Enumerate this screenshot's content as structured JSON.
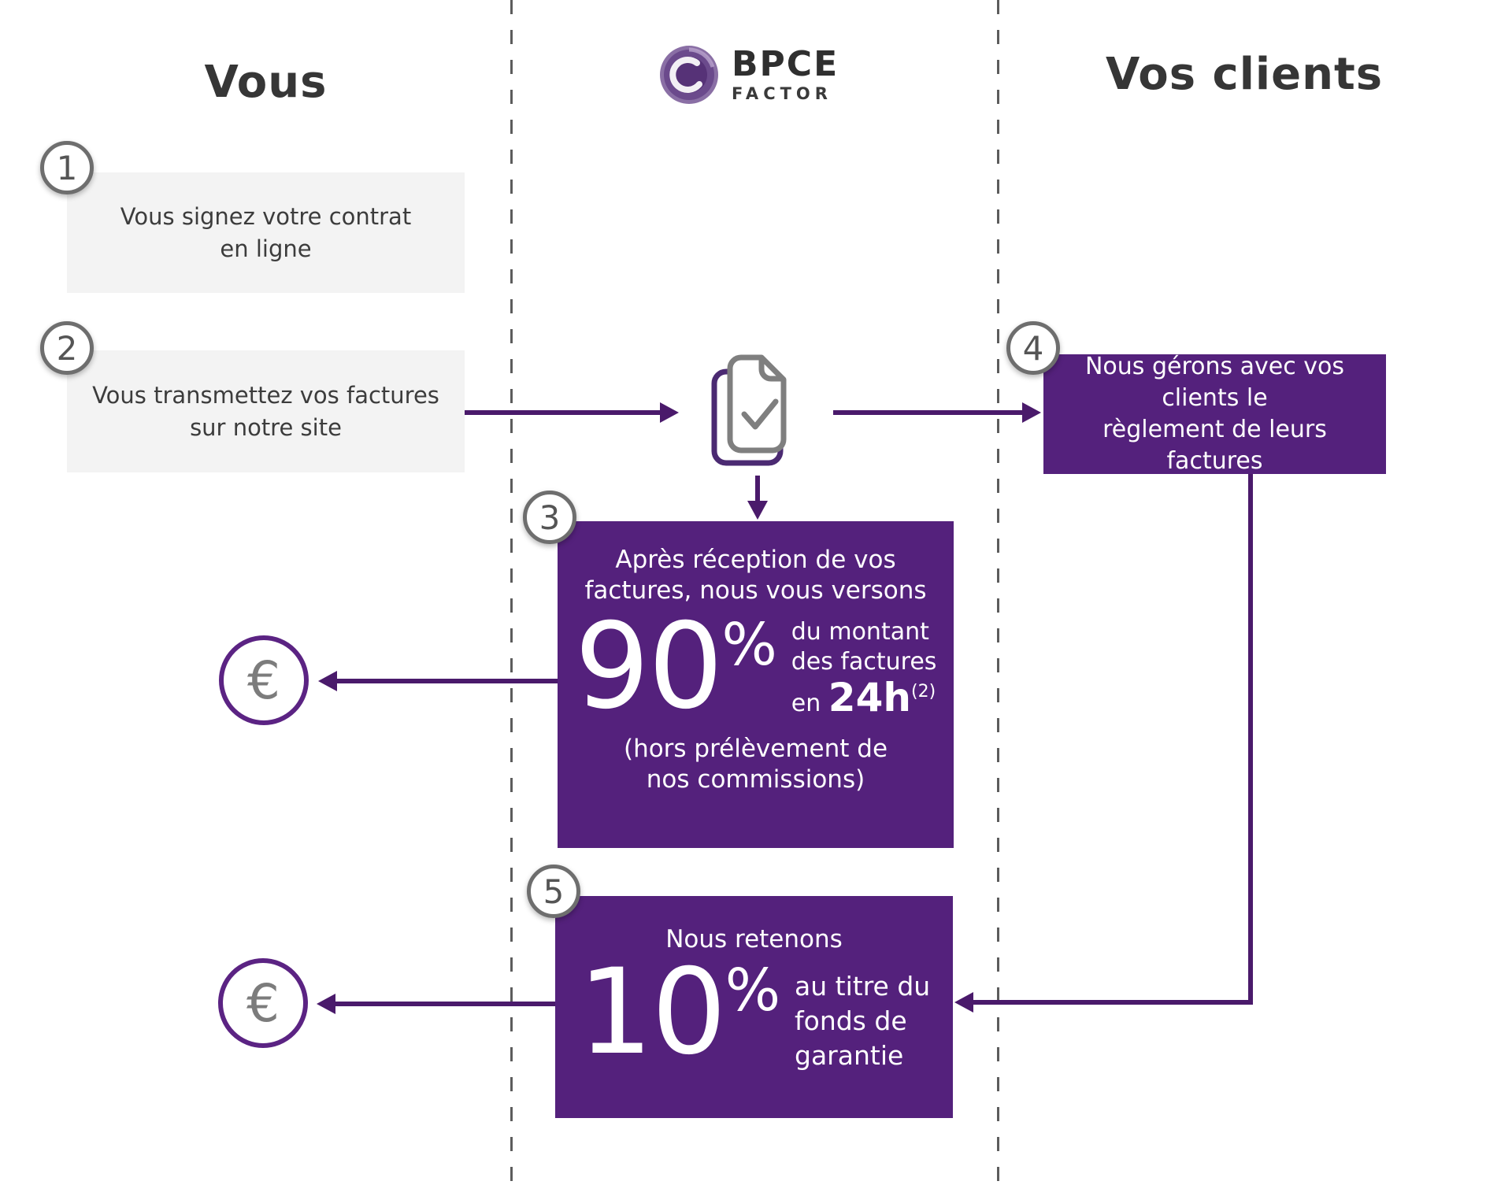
{
  "columns": {
    "left_title": "Vous",
    "right_title": "Vos clients"
  },
  "logo": {
    "brand": "BPCE",
    "sub": "FACTOR"
  },
  "icons": {
    "euro": "€"
  },
  "colors": {
    "purple_box": "#54217c",
    "arrow_purple": "#4a1a6b",
    "gray_box": "#f3f3f3",
    "dark_text": "#363636",
    "circle_stroke": "#6e6e6e",
    "euro_circle_stroke": "#5b2383",
    "euro_glyph_gray": "#7c7c7c",
    "dashed_line_gray": "#5c5c5c",
    "document_icon_gray": "#7f7f7f"
  },
  "steps": {
    "s1": {
      "num": "1",
      "line1": "Vous signez votre contrat",
      "line2": "en ligne"
    },
    "s2": {
      "num": "2",
      "line1": "Vous transmettez vos factures",
      "line2": "sur notre site"
    },
    "s3": {
      "num": "3",
      "intro1": "Après réception de vos",
      "intro2": "factures, nous vous versons",
      "value": "90",
      "percent": "%",
      "side1": "du montant",
      "side2": "des factures",
      "side3_prefix": "en",
      "side3_value": "24h",
      "side3_sup": "(2)",
      "note1": "(hors prélèvement de",
      "note2": "nos commissions)"
    },
    "s4": {
      "num": "4",
      "line1": "Nous gérons avec vos clients le",
      "line2": "règlement de leurs factures"
    },
    "s5": {
      "num": "5",
      "intro": "Nous retenons",
      "value": "10",
      "percent": "%",
      "side1": "au titre du",
      "side2": "fonds de",
      "side3": "garantie"
    }
  }
}
